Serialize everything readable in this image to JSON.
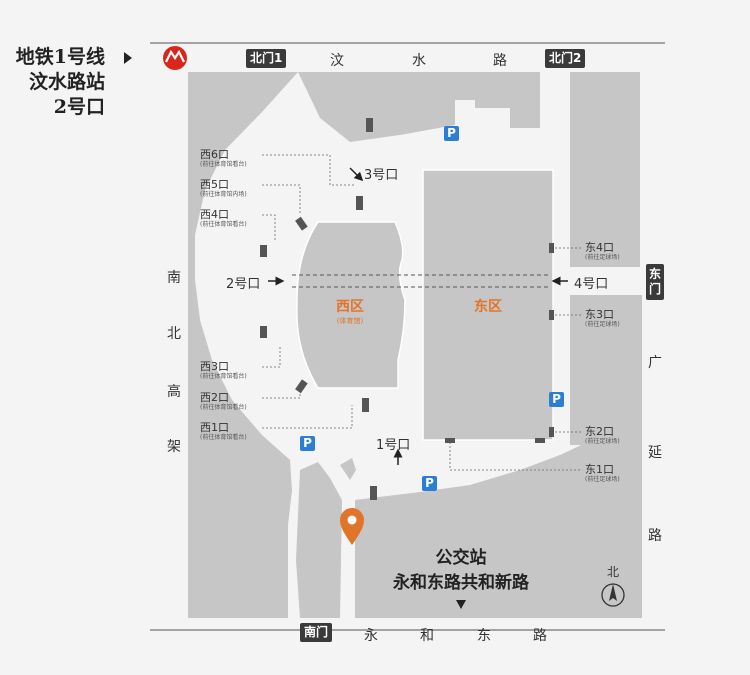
{
  "metro": {
    "line1": "地铁1号线",
    "line2": "汶水路站",
    "line3": "2号口"
  },
  "gates": {
    "north1": "北门1",
    "north2": "北门2",
    "east": "东门",
    "south": "南门"
  },
  "roads": {
    "top": [
      "汶",
      "水",
      "路"
    ],
    "left": [
      "南",
      "北",
      "高",
      "架"
    ],
    "right": [
      "广",
      "延",
      "路"
    ],
    "bottom": [
      "永",
      "和",
      "东",
      "路"
    ]
  },
  "entrances": {
    "gate3": "3号口",
    "gate2": "2号口",
    "gate4": "4号口",
    "gate1": "1号口"
  },
  "exits_west": [
    {
      "label": "西6口",
      "sub": "(前往体育馆看台)"
    },
    {
      "label": "西5口",
      "sub": "(前往体育馆内场)"
    },
    {
      "label": "西4口",
      "sub": "(前往体育馆看台)"
    },
    {
      "label": "西3口",
      "sub": "(前往体育馆看台)"
    },
    {
      "label": "西2口",
      "sub": "(前往体育馆看台)"
    },
    {
      "label": "西1口",
      "sub": "(前往体育馆看台)"
    }
  ],
  "exits_east": [
    {
      "label": "东4口",
      "sub": "(前往足球场)"
    },
    {
      "label": "东3口",
      "sub": "(前往足球场)"
    },
    {
      "label": "东2口",
      "sub": "(前往足球场)"
    },
    {
      "label": "东1口",
      "sub": "(前往足球场)"
    }
  ],
  "zones": {
    "west": "西区",
    "west_sub": "(体育馆)",
    "east": "东区"
  },
  "bus": {
    "title": "公交站",
    "name": "永和东路共和新路"
  },
  "compass": "北",
  "parking": "P",
  "colors": {
    "block": "#c8c8c8",
    "accent": "#e2742a",
    "parking": "#2a7fd4",
    "metro": "#d9261c"
  }
}
